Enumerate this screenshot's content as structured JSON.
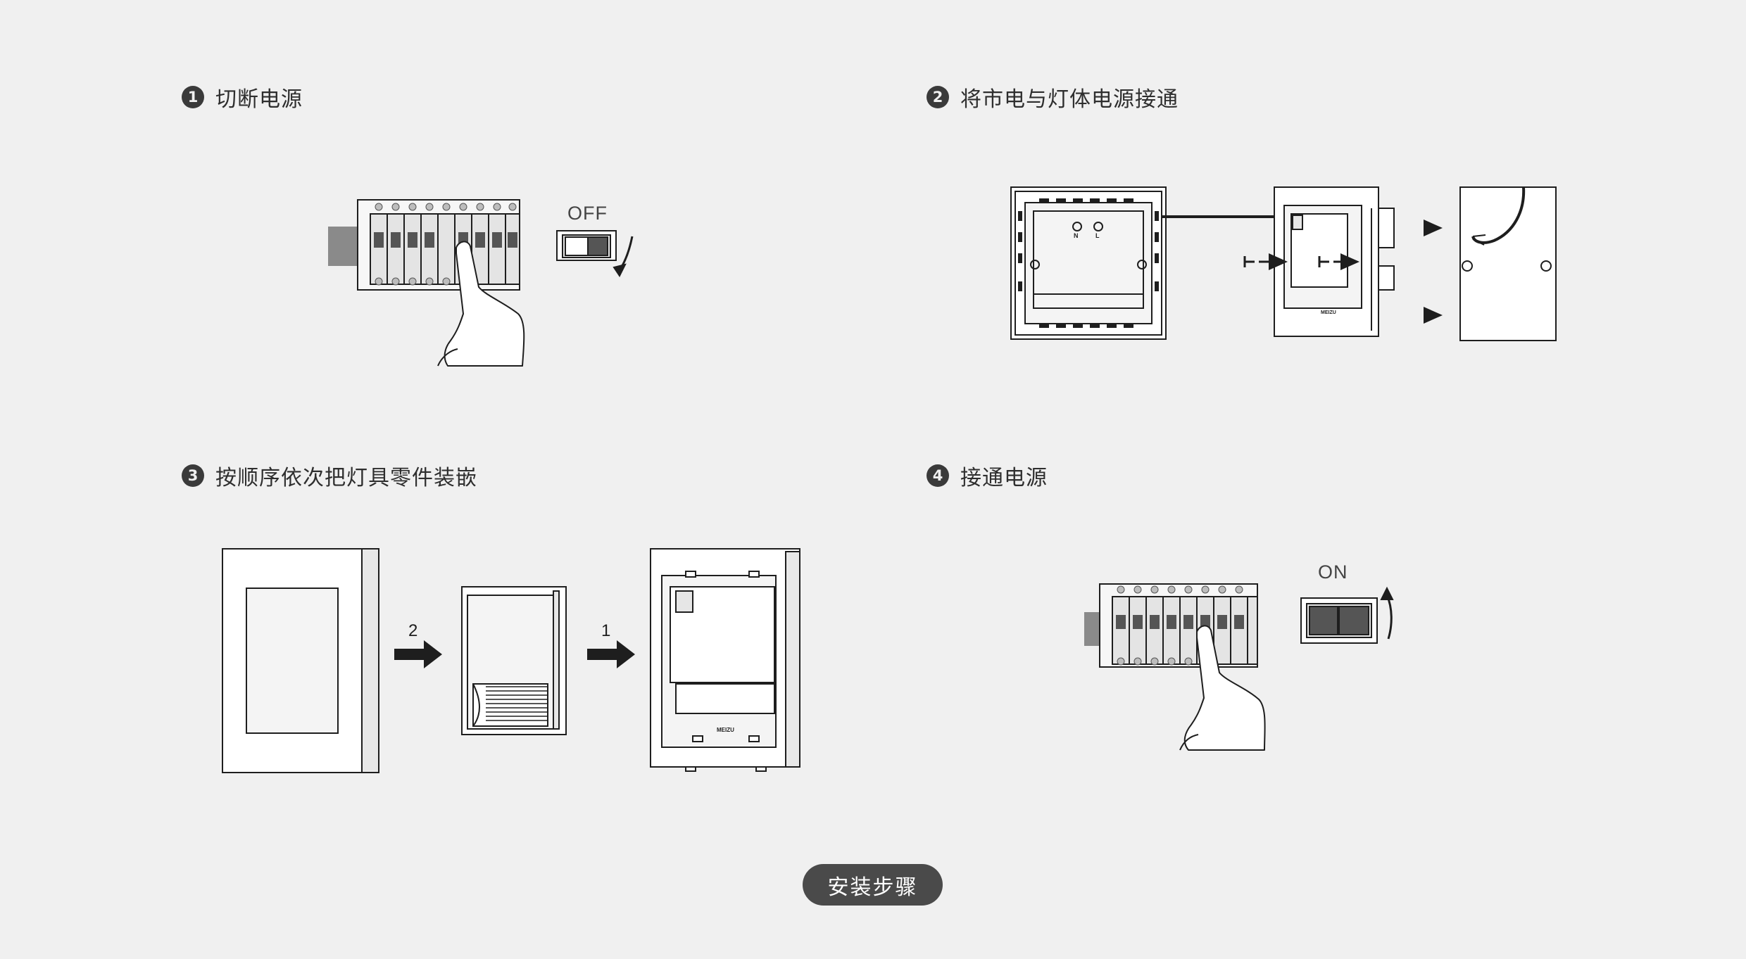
{
  "steps": [
    {
      "num": "1",
      "title": "切断电源",
      "switch_label": "OFF"
    },
    {
      "num": "2",
      "title": "将市电与灯体电源接通",
      "terminal_labels": [
        "N",
        "L"
      ]
    },
    {
      "num": "3",
      "title": "按顺序依次把灯具零件装嵌",
      "arrow_labels": [
        "2",
        "1"
      ],
      "logo_text": "MEIZU"
    },
    {
      "num": "4",
      "title": "接通电源",
      "switch_label": "ON"
    }
  ],
  "footer": {
    "button_label": "安装步骤"
  },
  "colors": {
    "background": "#f0f0f0",
    "line": "#1e1e1e",
    "badge": "#3a3a3a",
    "button": "#4a4a4a"
  }
}
